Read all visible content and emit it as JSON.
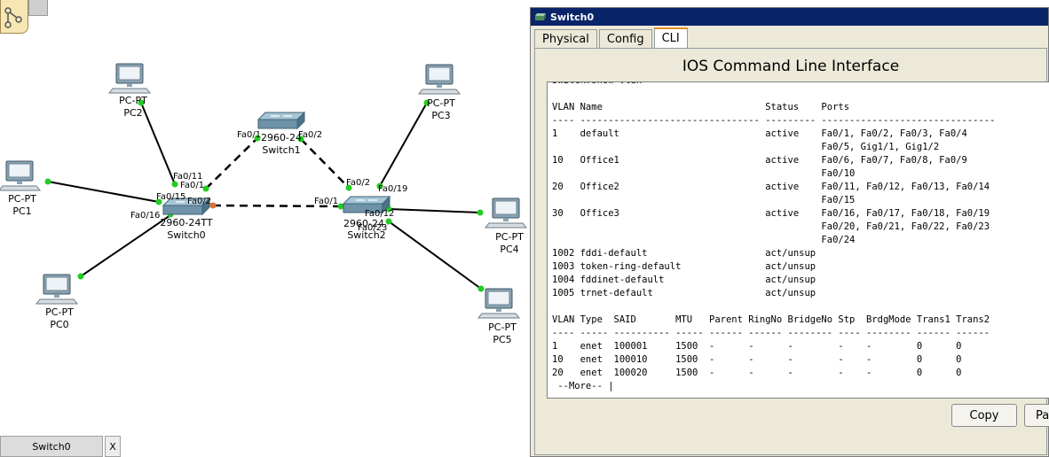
{
  "workspace": {
    "devices": {
      "pc0": {
        "type": "PC-PT",
        "name": "PC0"
      },
      "pc1": {
        "type": "PC-PT",
        "name": "PC1"
      },
      "pc2": {
        "type": "PC-PT",
        "name": "PC2"
      },
      "pc3": {
        "type": "PC-PT",
        "name": "PC3"
      },
      "pc4": {
        "type": "PC-PT",
        "name": "PC4"
      },
      "pc5": {
        "type": "PC-PT",
        "name": "PC5"
      },
      "switch0": {
        "model": "2960-24TT",
        "name": "Switch0"
      },
      "switch1": {
        "model": "2960-24",
        "name": "Switch1"
      },
      "switch2": {
        "model": "2960-24",
        "name": "Switch2"
      }
    },
    "ports": {
      "sw0_fa0_1": "Fa0/1",
      "sw0_fa0_11": "Fa0/11",
      "sw0_fa0_15": "Fa0/15",
      "sw0_fa0_16": "Fa0/16",
      "sw0_fa0_2": "Fa0/2",
      "sw1_fa0_1": "Fa0/1",
      "sw1_fa0_2": "Fa0/2",
      "sw2_fa0_2": "Fa0/2",
      "sw2_fa0_19": "Fa0/19",
      "sw2_fa0_1": "Fa0/1",
      "sw2_fa0_12": "Fa0/12",
      "sw2_fa0_23": "Fa0/23"
    },
    "colors": {
      "link": "#000000",
      "port_up": "#22cc22",
      "port_down": "#e07030"
    }
  },
  "bottom_bar": {
    "tab_label": "Switch0",
    "close_label": "X"
  },
  "window": {
    "title": "Switch0",
    "tabs": [
      "Physical",
      "Config",
      "CLI"
    ],
    "active_tab": "CLI",
    "cli_heading": "IOS Command Line Interface",
    "terminal_lines": [
      "Switch#show vlan",
      "",
      "VLAN Name                             Status    Ports",
      "---- -------------------------------- --------- -------------------------------",
      "1    default                          active    Fa0/1, Fa0/2, Fa0/3, Fa0/4",
      "                                                Fa0/5, Gig1/1, Gig1/2",
      "10   Office1                          active    Fa0/6, Fa0/7, Fa0/8, Fa0/9",
      "                                                Fa0/10",
      "20   Office2                          active    Fa0/11, Fa0/12, Fa0/13, Fa0/14",
      "                                                Fa0/15",
      "30   Office3                          active    Fa0/16, Fa0/17, Fa0/18, Fa0/19",
      "                                                Fa0/20, Fa0/21, Fa0/22, Fa0/23",
      "                                                Fa0/24",
      "1002 fddi-default                     act/unsup",
      "1003 token-ring-default               act/unsup",
      "1004 fddinet-default                  act/unsup",
      "1005 trnet-default                    act/unsup",
      "",
      "VLAN Type  SAID       MTU   Parent RingNo BridgeNo Stp  BrdgMode Trans1 Trans2",
      "---- ----- ---------- ----- ------ ------ -------- ---- -------- ------ ------",
      "1    enet  100001     1500  -      -      -        -    -        0      0",
      "10   enet  100010     1500  -      -      -        -    -        0      0",
      "20   enet  100020     1500  -      -      -        -    -        0      0",
      " --More-- |"
    ],
    "copy_label": "Copy",
    "paste_label": "Paste"
  }
}
